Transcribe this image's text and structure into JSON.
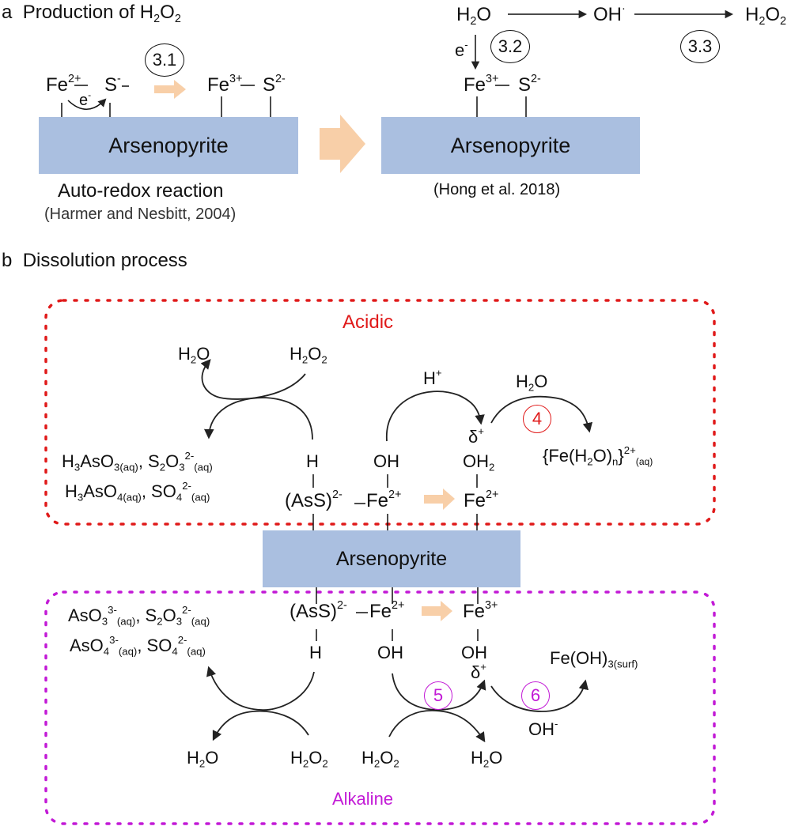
{
  "panel_a": {
    "letter": "a",
    "title_prefix": "Production of H",
    "title_sub1": "2",
    "title_mid": "O",
    "title_sub2": "2",
    "step_3_1": "3.1",
    "step_3_2": "3.2",
    "step_3_3": "3.3",
    "left_fe": "Fe",
    "left_fe_charge": "2+",
    "left_s": "S",
    "left_s_charge": "-",
    "electron": "e",
    "electron_charge": "-",
    "right_fe": "Fe",
    "right_fe_charge": "3+",
    "right_s": "S",
    "right_s_charge": "2-",
    "mineral_left": "Arsenopyrite",
    "mineral_right": "Arsenopyrite",
    "caption_left_main": "Auto-redox reaction",
    "caption_left_ref": "(Harmer and Nesbitt, 2004)",
    "caption_right_ref": "(Hong et al. 2018)",
    "h2o": "O",
    "oh_radical": "OH",
    "h2o2_right": "O"
  },
  "panel_b": {
    "letter": "b",
    "title": "Dissolution process",
    "mineral": "Arsenopyrite",
    "acidic": {
      "label": "Acidic",
      "color": "#e01a1a",
      "step": "4",
      "h2o_top": "O",
      "h2o2_top": "O",
      "products_line1_a": "AsO",
      "products_line1_b": ", S",
      "products_line2_a": "AsO",
      "products_line2_b": ", SO",
      "aq": "(aq)",
      "h_plus": "H",
      "h2o_step4": "O",
      "delta": "δ",
      "oh": "OH",
      "oh2": "OH",
      "h": "H",
      "ass": "(AsS)",
      "fe": "Fe",
      "fe_product": "{Fe(H",
      "fe_product_tail": "O)"
    },
    "alkaline": {
      "label": "Alkaline",
      "color": "#c21ad6",
      "step5": "5",
      "step6": "6",
      "products_line1_a": "AsO",
      "products_line1_b": ", S",
      "products_line2_a": "AsO",
      "products_line2_b": ", SO",
      "aq": "(aq)",
      "ass": "(AsS)",
      "fe": "Fe",
      "h": "H",
      "oh": "OH",
      "oh_minus": "OH",
      "delta": "δ",
      "fe_oh3": "Fe(OH)",
      "fe_oh3_sub": "3(surf)",
      "h2o_left": "O",
      "h2o2_left": "O",
      "h2o2_mid": "O",
      "h2o_right": "O"
    }
  },
  "colors": {
    "mineral_fill": "#aabfe0",
    "transition_arrow": "#f8cfa8",
    "acidic": "#e01a1a",
    "alkaline": "#c21ad6"
  }
}
